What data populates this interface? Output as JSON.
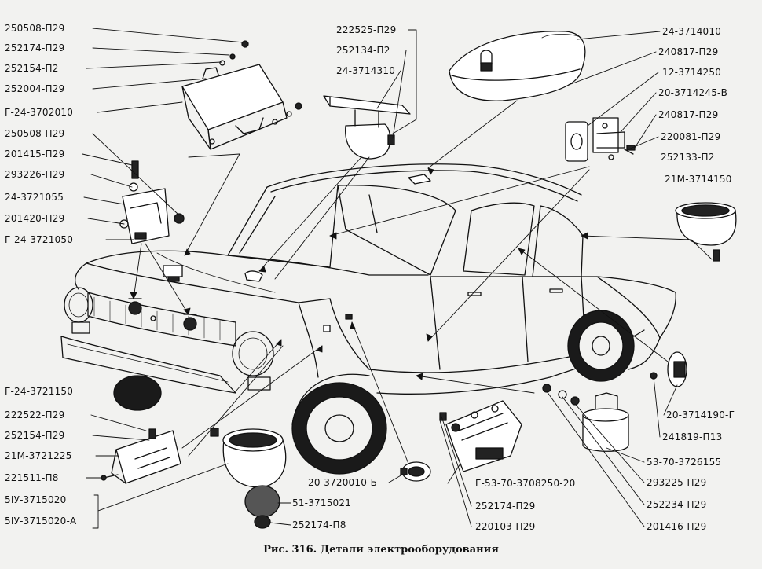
{
  "caption": "Рис. 316. Детали электрооборудования",
  "labels": {
    "l01": "250508-П29",
    "l02": "252174-П29",
    "l03": "252154-П2",
    "l04": "252004-П29",
    "l05": "Г-24-3702010",
    "l06": "250508-П29",
    "l07": "201415-П29",
    "l08": "293226-П29",
    "l09": "24-3721055",
    "l10": "201420-П29",
    "l11": "Г-24-3721050",
    "l12": "222525-П29",
    "l13": "252134-П2",
    "l14": "24-3714310",
    "l15": "24-3714010",
    "l16": "240817-П29",
    "l17": "12-3714250",
    "l18": "20-3714245-В",
    "l19": "240817-П29",
    "l20": "220081-П29",
    "l21": "252133-П2",
    "l22": "21М-3714150",
    "l23": "Г-24-3721150",
    "l24": "222522-П29",
    "l25": "252154-П29",
    "l26": "21М-3721225",
    "l27": "221511-П8",
    "l28": "5IУ-3715020",
    "l29": "5IУ-3715020-А",
    "l30": "20-3720010-Б",
    "l31": "51-3715021",
    "l32": "252174-П8",
    "l33": "Г-53-70-3708250-20",
    "l34": "252174-П29",
    "l35": "220103-П29",
    "l36": "20-3714190-Г",
    "l37": "241819-П13",
    "l38": "53-70-3726155",
    "l39": "293225-П29",
    "l40": "252234-П29",
    "l41": "201416-П29"
  }
}
